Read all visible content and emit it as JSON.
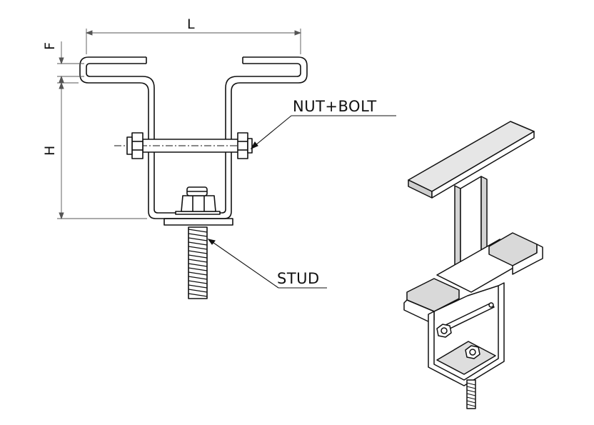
{
  "labels": {
    "dim_length": "L",
    "dim_flange": "F",
    "dim_height": "H",
    "callout_nut_bolt": "NUT+BOLT",
    "callout_stud": "STUD"
  },
  "colors": {
    "line": "#111111",
    "dimension_line": "#555555",
    "hatch_fill": "#d8d8d8",
    "background": "#ffffff"
  }
}
